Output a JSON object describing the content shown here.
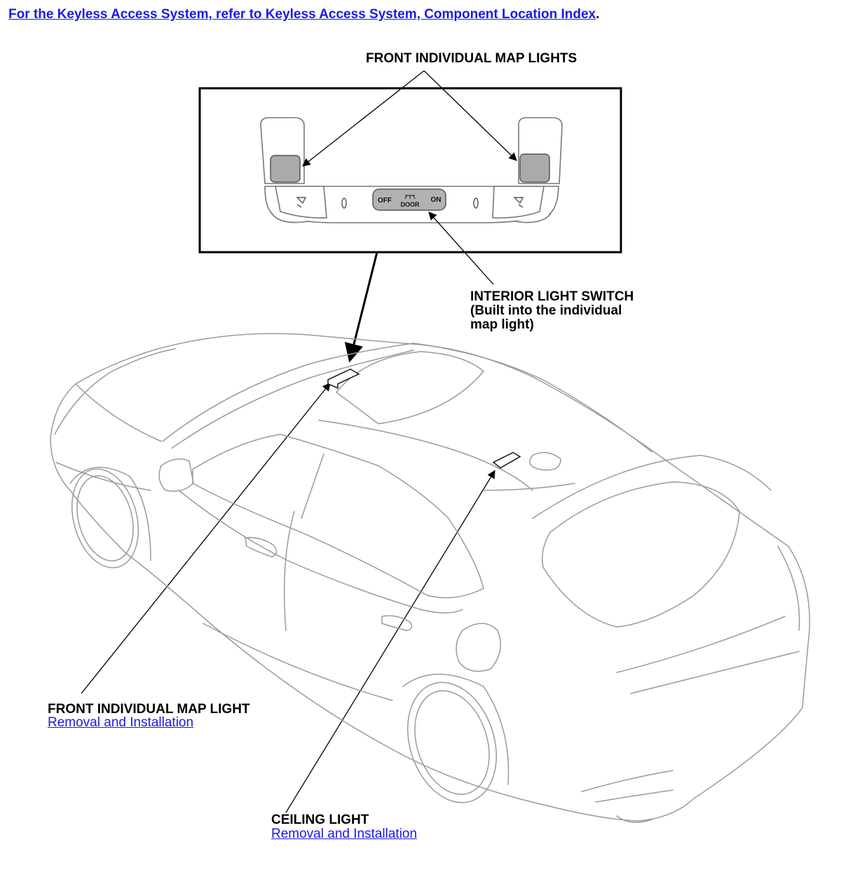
{
  "header": {
    "link_text": "For the Keyless Access System, refer to Keyless Access System, Component Location Index",
    "period": "."
  },
  "callouts": {
    "front_map_lights": "FRONT INDIVIDUAL MAP LIGHTS",
    "switch_line1": "INTERIOR LIGHT SWITCH",
    "switch_line2": "(Built into the individual",
    "switch_line3": "map light)",
    "front_map_light": "FRONT INDIVIDUAL MAP LIGHT",
    "front_map_light_link": "Removal and Installation",
    "ceiling_light": "CEILING LIGHT",
    "ceiling_light_link": "Removal and Installation"
  },
  "switch_labels": {
    "off": "OFF",
    "door": "DOOR",
    "on": "ON"
  },
  "icons": {
    "switch_door_symbol": "door-symbol-icon",
    "lamp_symbol": "lamp-symbol-icon"
  }
}
